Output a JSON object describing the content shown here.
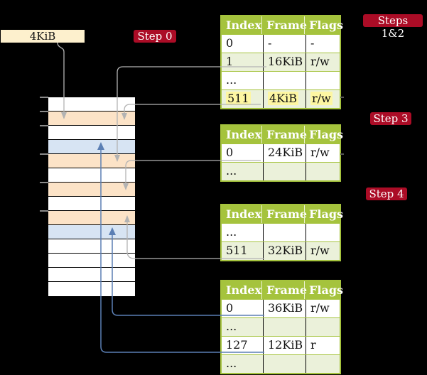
{
  "colors": {
    "background": "#000000",
    "table_green": "#a5c33d",
    "shaded_row_green": "#ebf1da",
    "highlight_yellow": "#fdf6a2",
    "badge_red": "#ab0c26",
    "frame_box_cream": "#fdf0cd",
    "mem_peach": "#fce3c7",
    "mem_blue": "#d7e4f3",
    "mem_white": "#ffffff",
    "arrow_gray": "#b3b3b3",
    "arrow_blue": "#5b7fb4"
  },
  "frame_box": {
    "label": "4KiB"
  },
  "badges": {
    "step0": "Step 0",
    "steps12": "Steps 1&2",
    "step3": "Step 3",
    "step4": "Step 4"
  },
  "memory_column": {
    "rows": [
      "#ffffff",
      "#fce3c7",
      "#ffffff",
      "#d7e4f3",
      "#fce3c7",
      "#ffffff",
      "#fce3c7",
      "#ffffff",
      "#fce3c7",
      "#d7e4f3",
      "#ffffff",
      "#ffffff",
      "#ffffff",
      "#ffffff"
    ]
  },
  "tables": [
    {
      "headers": [
        "Index",
        "Frame",
        "Flags"
      ],
      "rows": [
        {
          "index": "0",
          "frame": "-",
          "flags": "-",
          "shaded": false,
          "highlighted": false
        },
        {
          "index": "1",
          "frame": "16KiB",
          "flags": "r/w",
          "shaded": true,
          "highlighted": false
        },
        {
          "index": "...",
          "frame": "",
          "flags": "",
          "shaded": false,
          "highlighted": false
        },
        {
          "index": "511",
          "frame": "4KiB",
          "flags": "r/w",
          "shaded": true,
          "highlighted": true
        }
      ]
    },
    {
      "headers": [
        "Index",
        "Frame",
        "Flags"
      ],
      "rows": [
        {
          "index": "0",
          "frame": "24KiB",
          "flags": "r/w",
          "shaded": false,
          "highlighted": false
        },
        {
          "index": "...",
          "frame": "",
          "flags": "",
          "shaded": true,
          "highlighted": false
        }
      ]
    },
    {
      "headers": [
        "Index",
        "Frame",
        "Flags"
      ],
      "rows": [
        {
          "index": "...",
          "frame": "",
          "flags": "",
          "shaded": false,
          "highlighted": false
        },
        {
          "index": "511",
          "frame": "32KiB",
          "flags": "r/w",
          "shaded": true,
          "highlighted": false
        }
      ]
    },
    {
      "headers": [
        "Index",
        "Frame",
        "Flags"
      ],
      "rows": [
        {
          "index": "0",
          "frame": "36KiB",
          "flags": "r/w",
          "shaded": false,
          "highlighted": false
        },
        {
          "index": "...",
          "frame": "",
          "flags": "",
          "shaded": true,
          "highlighted": false
        },
        {
          "index": "127",
          "frame": "12KiB",
          "flags": "r",
          "shaded": false,
          "highlighted": false
        },
        {
          "index": "...",
          "frame": "",
          "flags": "",
          "shaded": true,
          "highlighted": false
        }
      ]
    }
  ]
}
